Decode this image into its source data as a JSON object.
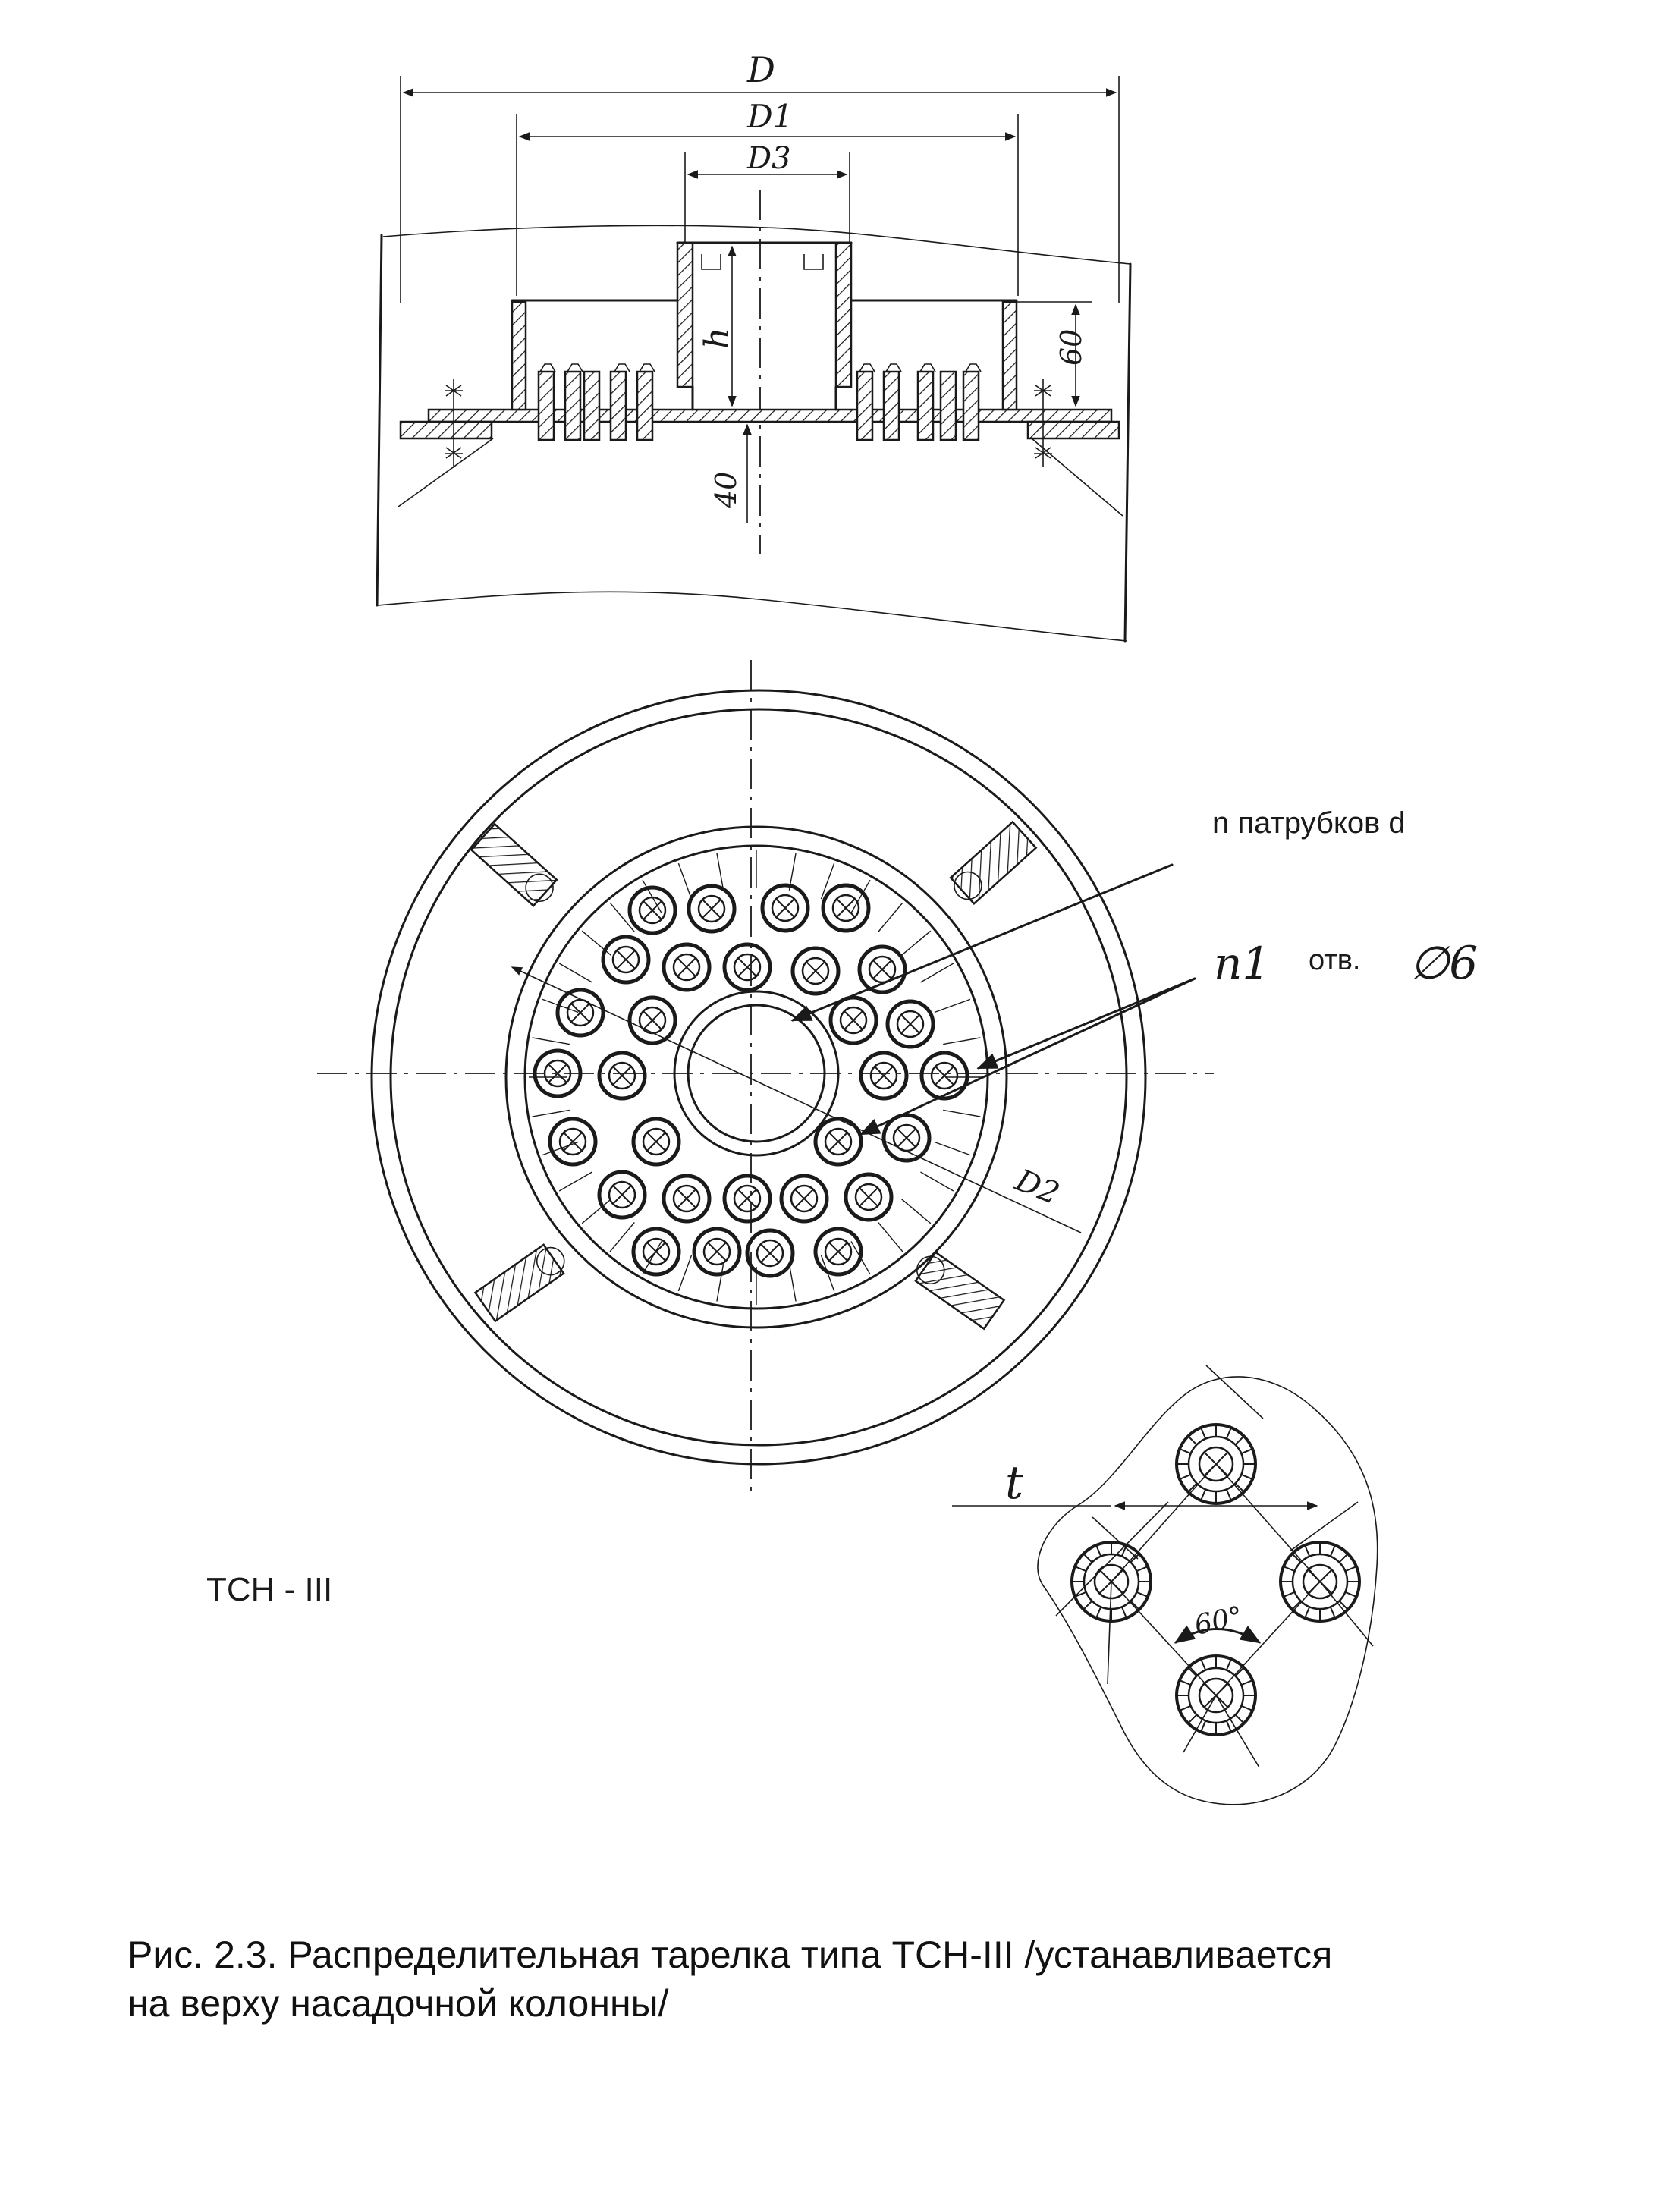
{
  "section_view": {
    "dim_D": "D",
    "dim_D1": "D1",
    "dim_D3": "D3",
    "dim_h": "h",
    "dim_60": "60",
    "dim_40": "40"
  },
  "plan_view": {
    "label_nozzles": "n патрубков d",
    "label_n1": "n1",
    "label_holes": "отв.",
    "label_dia": "∅6",
    "dim_D2": "D2"
  },
  "detail": {
    "dim_t": "t",
    "angle": "60°"
  },
  "model_label": "ТСН - III",
  "caption": {
    "line1": "Рис. 2.3. Распределительная тарелка типа ТСН-III  /устанавливается",
    "line2": "на верху насадочной колонны/"
  }
}
